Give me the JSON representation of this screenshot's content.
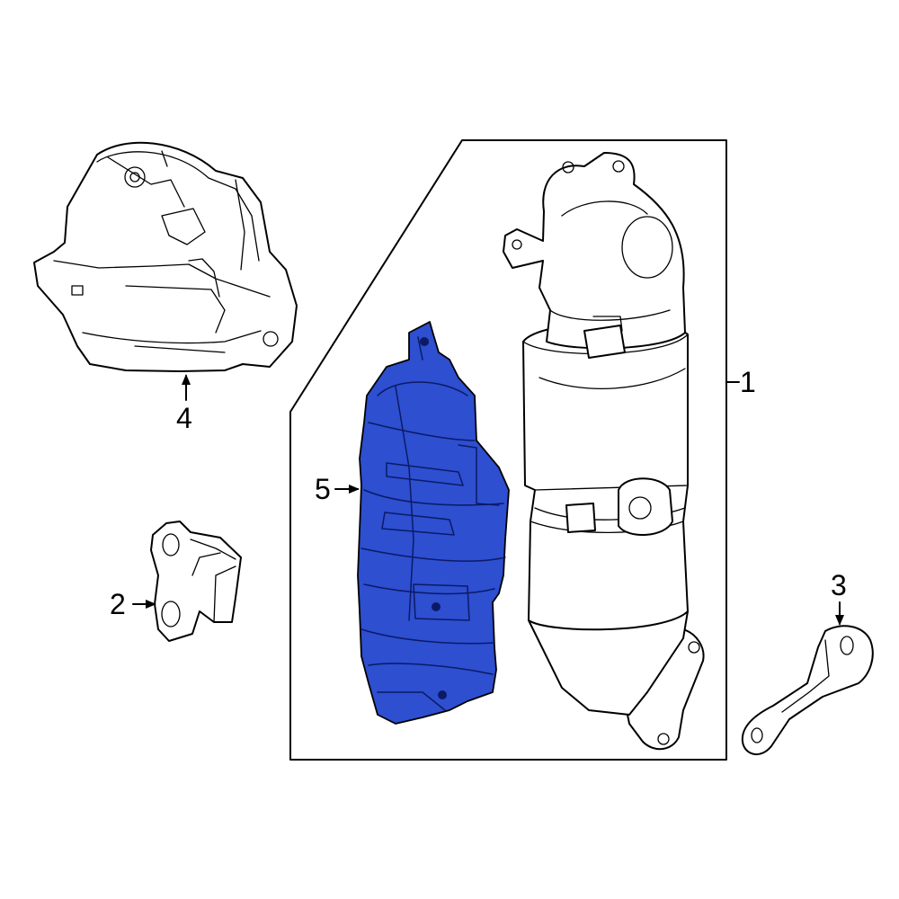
{
  "diagram": {
    "colors": {
      "line": "#000000",
      "background": "#ffffff",
      "highlight": "#2d4fd0"
    },
    "callouts": [
      {
        "id": "1",
        "label": "1"
      },
      {
        "id": "2",
        "label": "2"
      },
      {
        "id": "3",
        "label": "3"
      },
      {
        "id": "4",
        "label": "4"
      },
      {
        "id": "5",
        "label": "5"
      }
    ],
    "highlighted_part": "5"
  }
}
